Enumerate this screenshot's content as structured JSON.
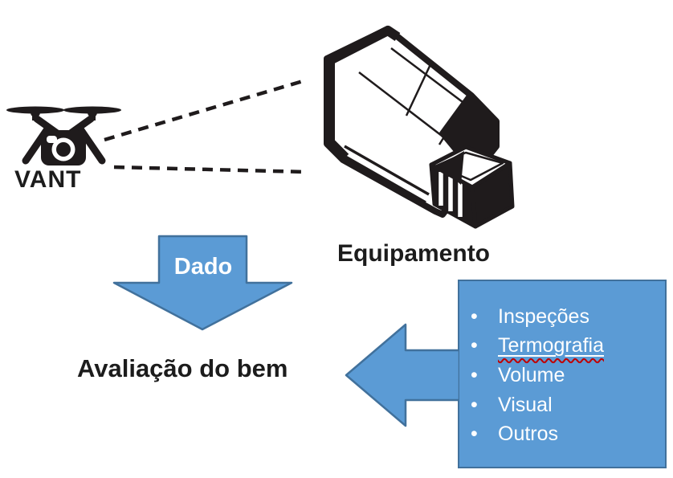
{
  "colors": {
    "accent_fill": "#5b9bd5",
    "accent_border": "#41719c",
    "ink": "#1f1b1c",
    "text_on_accent": "#ffffff",
    "spellcheck_squiggle": "#c00000",
    "background": "#ffffff"
  },
  "drone": {
    "label": "VANT",
    "icon": "drone-quadcopter-camera-icon"
  },
  "equipment": {
    "label": "Equipamento",
    "icon": "industrial-machine-isometric-icon"
  },
  "sight_lines": {
    "style": "dashed",
    "count": 2
  },
  "data_arrow": {
    "label": "Dado",
    "direction": "down"
  },
  "result": {
    "label": "Avaliação do bem"
  },
  "info_arrow": {
    "direction": "left"
  },
  "info_box": {
    "bullet_glyph": "•",
    "items": [
      {
        "label": "Inspeções",
        "underlined": false
      },
      {
        "label": "Termografia",
        "underlined": true
      },
      {
        "label": "Volume",
        "underlined": false
      },
      {
        "label": "Visual",
        "underlined": false
      },
      {
        "label": "Outros",
        "underlined": false
      }
    ]
  }
}
